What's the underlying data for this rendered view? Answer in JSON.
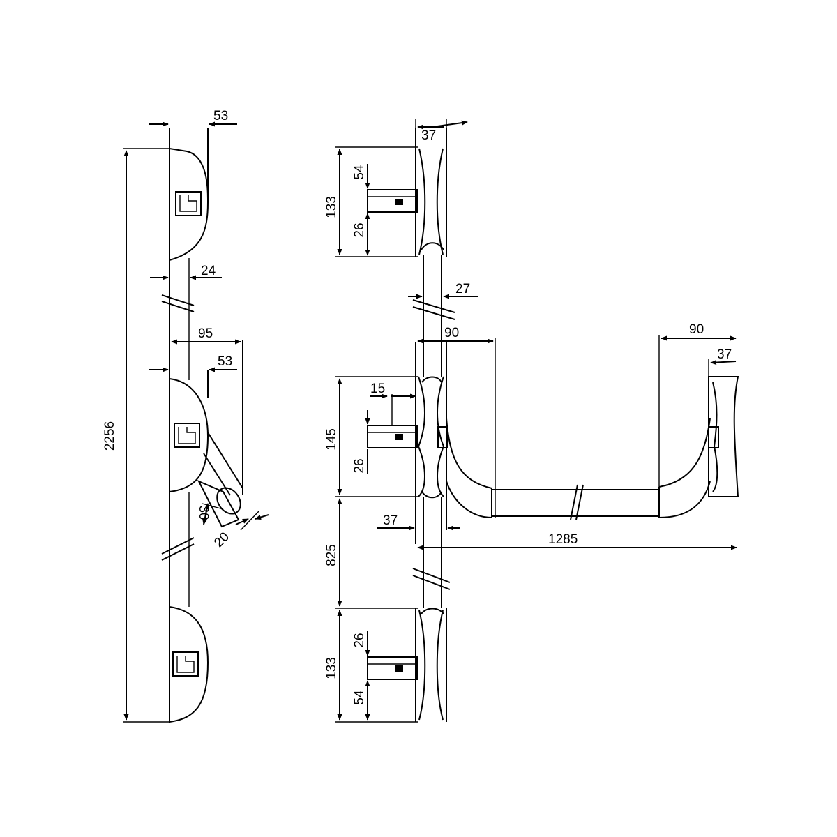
{
  "colors": {
    "line": "#000000",
    "paper": "#ffffff"
  },
  "side_view": {
    "overall_height": "2256",
    "head_depth_top": "53",
    "rod_diameter": "24",
    "handle_projection": "95",
    "head_depth_middle": "53",
    "knob_diameter": "30",
    "knob_offset": "20"
  },
  "front_view": {
    "top_head_width": "37",
    "top_head_height": "133",
    "top_latch_upper": "54",
    "top_latch_lower": "26",
    "rod_diameter": "27",
    "bar_projection_left": "90",
    "middle_latch_offset": "15",
    "middle_case_height": "145",
    "middle_latch_lower": "26",
    "middle_case_width": "37",
    "lower_rod_length": "825",
    "bar_length": "1285",
    "bar_projection_right": "90",
    "right_plate_width": "37",
    "bottom_head_height": "133",
    "bottom_latch_upper": "26",
    "bottom_latch_lower": "54"
  }
}
